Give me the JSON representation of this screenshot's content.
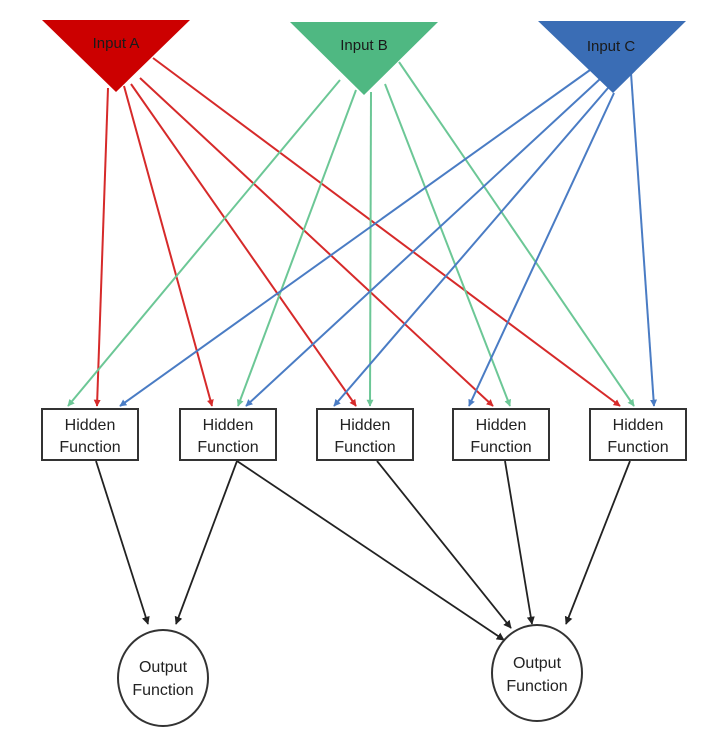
{
  "diagram": {
    "type": "neural-network-style flow diagram",
    "colors": {
      "input_a": "#cc0000",
      "input_b": "#4fb882",
      "input_c": "#3a6db5",
      "edge_a": "#d62a2a",
      "edge_b": "#6cc796",
      "edge_c": "#4a7cc4",
      "edge_hidden": "#222222",
      "node_stroke": "#333333"
    },
    "inputs": [
      {
        "id": "A",
        "label": "Input A",
        "color_key": "input_a",
        "edge_color_key": "edge_a"
      },
      {
        "id": "B",
        "label": "Input B",
        "color_key": "input_b",
        "edge_color_key": "edge_b"
      },
      {
        "id": "C",
        "label": "Input C",
        "color_key": "input_c",
        "edge_color_key": "edge_c"
      }
    ],
    "hidden": [
      {
        "id": "H1",
        "line1": "Hidden",
        "line2": "Function"
      },
      {
        "id": "H2",
        "line1": "Hidden",
        "line2": "Function"
      },
      {
        "id": "H3",
        "line1": "Hidden",
        "line2": "Function"
      },
      {
        "id": "H4",
        "line1": "Hidden",
        "line2": "Function"
      },
      {
        "id": "H5",
        "line1": "Hidden",
        "line2": "Function"
      }
    ],
    "outputs": [
      {
        "id": "O1",
        "line1": "Output",
        "line2": "Function"
      },
      {
        "id": "O2",
        "line1": "Output",
        "line2": "Function"
      }
    ],
    "edges": [
      {
        "from": "A",
        "to": "H1"
      },
      {
        "from": "A",
        "to": "H2"
      },
      {
        "from": "A",
        "to": "H3"
      },
      {
        "from": "A",
        "to": "H4"
      },
      {
        "from": "A",
        "to": "H5"
      },
      {
        "from": "B",
        "to": "H1"
      },
      {
        "from": "B",
        "to": "H2"
      },
      {
        "from": "B",
        "to": "H3"
      },
      {
        "from": "B",
        "to": "H4"
      },
      {
        "from": "B",
        "to": "H5"
      },
      {
        "from": "C",
        "to": "H1"
      },
      {
        "from": "C",
        "to": "H2"
      },
      {
        "from": "C",
        "to": "H3"
      },
      {
        "from": "C",
        "to": "H4"
      },
      {
        "from": "C",
        "to": "H5"
      },
      {
        "from": "H1",
        "to": "O1"
      },
      {
        "from": "H2",
        "to": "O1"
      },
      {
        "from": "H2",
        "to": "O2"
      },
      {
        "from": "H3",
        "to": "O2"
      },
      {
        "from": "H4",
        "to": "O2"
      },
      {
        "from": "H5",
        "to": "O2"
      }
    ]
  }
}
